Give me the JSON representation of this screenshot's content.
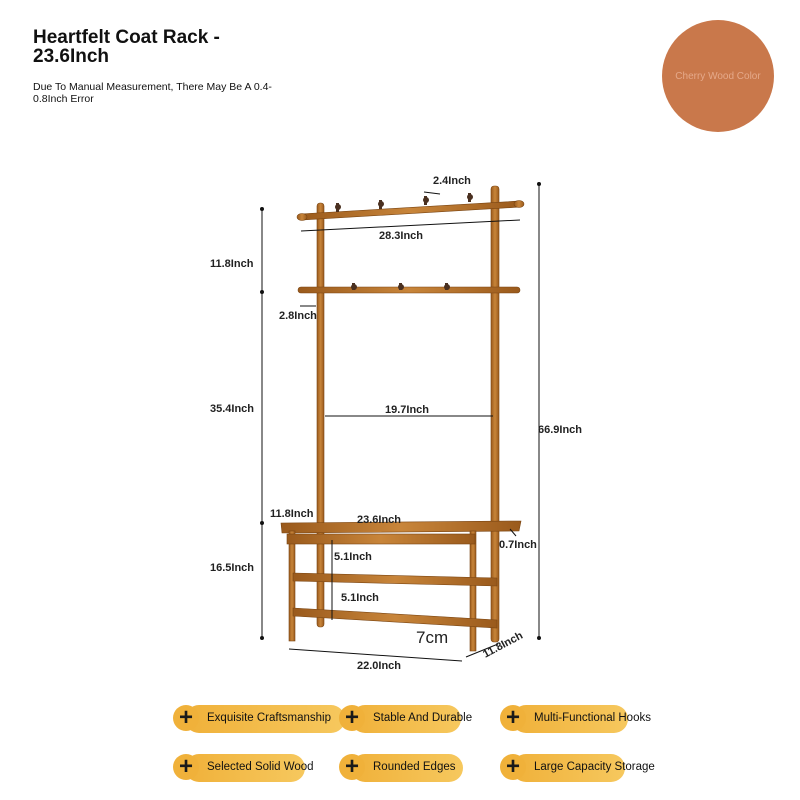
{
  "header": {
    "title": "Heartfelt Coat Rack - 23.6Inch",
    "note": "Due To Manual Measurement, There May Be A 0.4-0.8Inch Error"
  },
  "swatch": {
    "label": "Cherry Wood Color",
    "color": "#c9784b"
  },
  "dimensions": {
    "hook_gap": "2.4Inch",
    "top_bar_width": "28.3Inch",
    "top_section_height": "11.8Inch",
    "side_peg": "2.8Inch",
    "middle_height": "35.4Inch",
    "inner_width": "19.7Inch",
    "total_height": "66.9Inch",
    "bench_depth_left": "11.8Inch",
    "bench_width": "23.6Inch",
    "bench_thickness": "0.7Inch",
    "bench_height": "16.5Inch",
    "shelf_gap_1": "5.1Inch",
    "shelf_gap_2": "5.1Inch",
    "foot_height": "7cm",
    "base_width": "22.0Inch",
    "base_depth": "11.8Inch"
  },
  "features": [
    {
      "label": "Exquisite Craftsmanship"
    },
    {
      "label": "Stable And Durable"
    },
    {
      "label": "Multi-Functional Hooks"
    },
    {
      "label": "Selected Solid Wood"
    },
    {
      "label": "Rounded Edges"
    },
    {
      "label": "Large Capacity Storage"
    }
  ],
  "colors": {
    "wood": "#b5732a",
    "accent": "#f0b13a"
  }
}
